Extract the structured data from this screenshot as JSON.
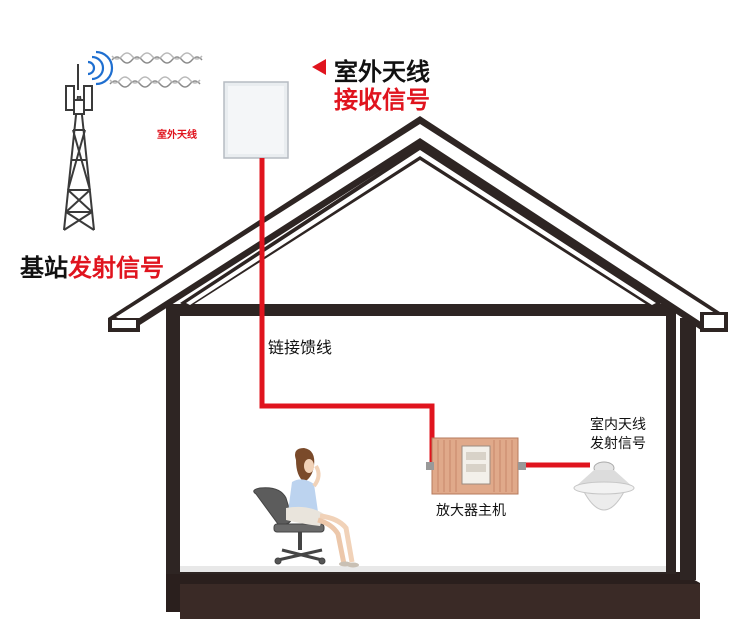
{
  "labels": {
    "outdoor_antenna_small": "室外天线",
    "outdoor_receive_line1": "室外天线",
    "outdoor_receive_line2": "接收信号",
    "base_station_black": "基站",
    "base_station_red": "发射信号",
    "feeder_cable": "链接馈线",
    "indoor_antenna_line1": "室内天线",
    "indoor_antenna_line2": "发射信号",
    "amplifier_host": "放大器主机"
  },
  "colors": {
    "signal_red": "#e0141e",
    "house_dark": "#2e2523",
    "ground": "#3a2a26",
    "amplifier_gold": "#e0a98a",
    "antenna_panel": "#e9edf0"
  },
  "icons": {
    "tower": "base-station-tower-icon",
    "waves": "radio-waves-icon",
    "pointer": "triangle-pointer-icon",
    "person": "seated-woman-icon",
    "chair": "office-chair-icon",
    "ceiling_antenna": "ceiling-antenna-icon"
  }
}
